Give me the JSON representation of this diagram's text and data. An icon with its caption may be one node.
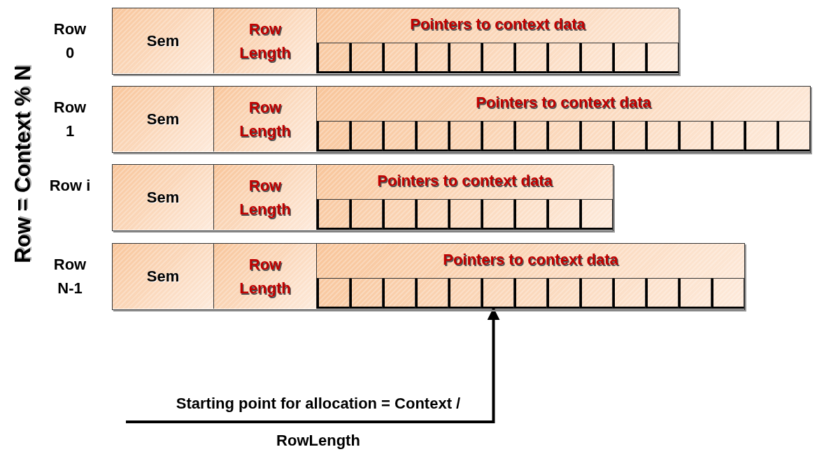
{
  "diagram": {
    "nodes": [
      {
        "text": [],
        "shape": "box",
        "beside": [
          "Row 0"
        ]
      },
      {
        "text": [
          "Sem"
        ],
        "in": 0
      },
      {
        "text": [
          "Row Length"
        ],
        "in": 0
      },
      {
        "text": [
          "Pointers to context data"
        ],
        "in": 0
      },
      {
        "text": [],
        "shape": "box",
        "in": 3
      },
      {
        "text": [],
        "shape": "box",
        "in": 3
      },
      {
        "text": [],
        "shape": "box",
        "in": 3
      },
      {
        "text": [],
        "shape": "box",
        "in": 3
      },
      {
        "text": [],
        "shape": "box",
        "in": 3
      },
      {
        "text": [],
        "shape": "box",
        "in": 3
      },
      {
        "text": [],
        "shape": "box",
        "in": 3
      },
      {
        "text": [],
        "shape": "box",
        "in": 3
      },
      {
        "text": [],
        "shape": "box",
        "in": 3
      },
      {
        "text": [],
        "shape": "box",
        "in": 3
      },
      {
        "text": [],
        "shape": "box",
        "in": 3
      },
      {
        "text": [],
        "shape": "box",
        "beside": [
          "Row 1"
        ]
      },
      {
        "text": [
          "Sem"
        ],
        "in": 15
      },
      {
        "text": [
          "Row Length"
        ],
        "in": 15
      },
      {
        "text": [
          "Pointers to context data"
        ],
        "in": 15
      },
      {
        "text": [],
        "shape": "box",
        "in": 18
      },
      {
        "text": [],
        "shape": "box",
        "in": 18
      },
      {
        "text": [],
        "shape": "box",
        "in": 18
      },
      {
        "text": [],
        "shape": "box",
        "in": 18
      },
      {
        "text": [],
        "shape": "box",
        "in": 18
      },
      {
        "text": [],
        "shape": "box",
        "in": 18
      },
      {
        "text": [],
        "shape": "box",
        "in": 18
      },
      {
        "text": [],
        "shape": "box",
        "in": 18
      },
      {
        "text": [],
        "shape": "box",
        "in": 18
      },
      {
        "text": [],
        "shape": "box",
        "in": 18
      },
      {
        "text": [],
        "shape": "box",
        "in": 18
      },
      {
        "text": [],
        "shape": "box",
        "in": 18
      },
      {
        "text": [],
        "shape": "box",
        "in": 18
      },
      {
        "text": [],
        "shape": "box",
        "in": 18
      },
      {
        "text": [],
        "shape": "box",
        "in": 18
      },
      {
        "text": [],
        "shape": "box",
        "beside": [
          "Row i"
        ]
      },
      {
        "text": [
          "Sem"
        ],
        "in": 34
      },
      {
        "text": [
          "Row Length"
        ],
        "in": 34
      },
      {
        "text": [
          "Pointers to context data"
        ],
        "in": 34
      },
      {
        "text": [],
        "shape": "box",
        "in": 37
      },
      {
        "text": [],
        "shape": "box",
        "in": 37
      },
      {
        "text": [],
        "shape": "box",
        "in": 37
      },
      {
        "text": [],
        "shape": "box",
        "in": 37
      },
      {
        "text": [],
        "shape": "box",
        "in": 37
      },
      {
        "text": [],
        "shape": "box",
        "in": 37
      },
      {
        "text": [],
        "shape": "box",
        "in": 37
      },
      {
        "text": [],
        "shape": "box",
        "in": 37
      },
      {
        "text": [],
        "shape": "box",
        "in": 37
      },
      {
        "text": [],
        "shape": "box",
        "beside": [
          "Row N-1"
        ]
      },
      {
        "text": [
          "Sem"
        ],
        "in": 47
      },
      {
        "text": [
          "Row Length"
        ],
        "in": 47
      },
      {
        "text": [
          "Pointers to context data"
        ],
        "in": 47
      },
      {
        "text": [],
        "shape": "box",
        "in": 50
      },
      {
        "text": [],
        "shape": "box",
        "in": 50
      },
      {
        "text": [],
        "shape": "box",
        "in": 50
      },
      {
        "text": [],
        "shape": "box",
        "in": 50
      },
      {
        "text": [],
        "shape": "box",
        "in": 50
      },
      {
        "text": [],
        "shape": "box",
        "in": 50
      },
      {
        "text": [],
        "shape": "box",
        "in": 50
      },
      {
        "text": [],
        "shape": "box",
        "in": 50
      },
      {
        "text": [],
        "shape": "box",
        "in": 50
      },
      {
        "text": [],
        "shape": "box",
        "in": 50
      },
      {
        "text": [],
        "shape": "box",
        "in": 50
      },
      {
        "text": [],
        "shape": "box",
        "in": 50
      },
      {
        "text": [],
        "shape": "box",
        "in": 50
      }
    ],
    "edges": [
      {
        "from": null,
        "to": 56,
        "arrow": "to",
        "label": "Starting point for allocation = Context / RowLength"
      }
    ],
    "labels": [
      "Row = Context % N"
    ]
  }
}
